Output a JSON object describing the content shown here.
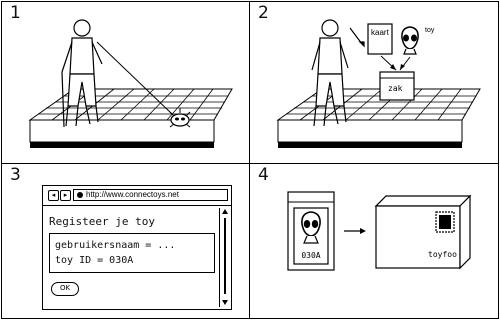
{
  "panels": [
    {
      "number": "1"
    },
    {
      "number": "2",
      "card_label": "kaart",
      "toy_label": "toy",
      "bag_label": "zak"
    },
    {
      "number": "3",
      "url": "http://www.connectoys.net",
      "heading": "Registeer je toy",
      "line1": "gebruikersnaam = ...",
      "line2": "toy ID = 030A",
      "ok_label": "OK"
    },
    {
      "number": "4",
      "tag_id": "030A",
      "parcel_label": "toyfoo"
    }
  ]
}
